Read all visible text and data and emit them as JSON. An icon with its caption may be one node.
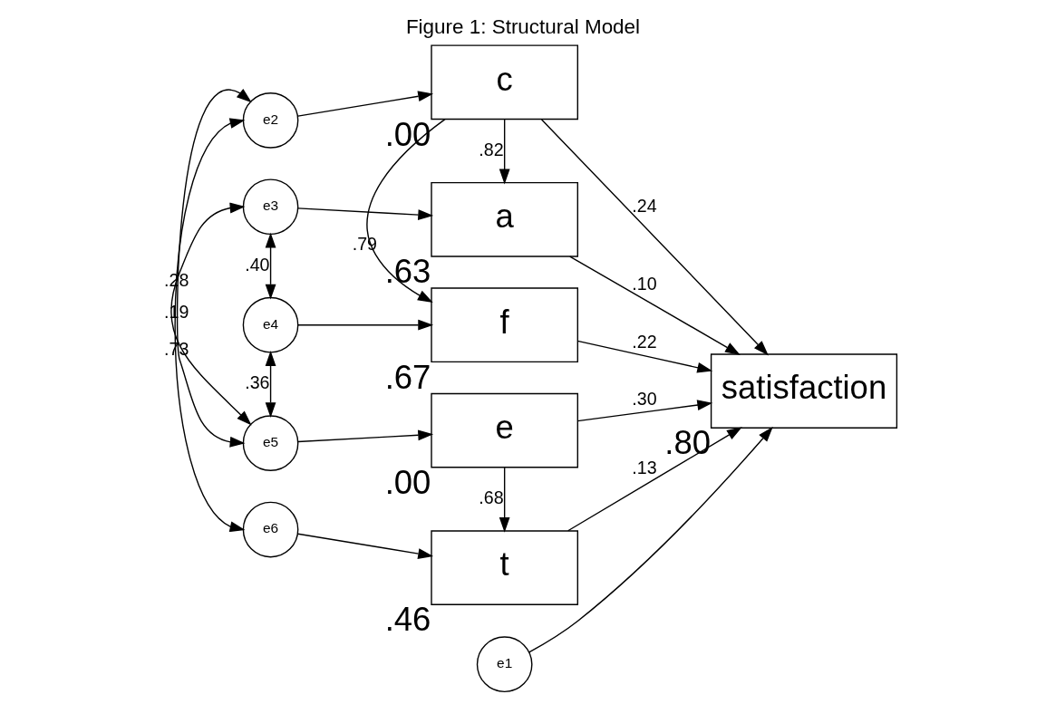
{
  "diagram": {
    "title": "Figure 1: Structural Model",
    "nodes": [
      {
        "text": [
          "c"
        ],
        "beside": [
          ".00"
        ]
      },
      {
        "text": [
          "a"
        ],
        "beside": [
          ".63"
        ]
      },
      {
        "text": [
          "f"
        ],
        "beside": [
          ".67"
        ]
      },
      {
        "text": [
          "e"
        ],
        "beside": [
          ".00"
        ]
      },
      {
        "text": [
          "t"
        ],
        "beside": [
          ".46"
        ]
      },
      {
        "text": [
          "satisfaction"
        ],
        "beside": [
          ".80"
        ]
      },
      {
        "text": [
          "e1"
        ]
      },
      {
        "text": [
          "e2"
        ]
      },
      {
        "text": [
          "e3"
        ]
      },
      {
        "text": [
          "e4"
        ]
      },
      {
        "text": [
          "e5"
        ]
      },
      {
        "text": [
          "e6"
        ]
      }
    ],
    "edges": [
      {
        "from": 7,
        "to": 0,
        "arrow": "to"
      },
      {
        "from": 8,
        "to": 1,
        "arrow": "to"
      },
      {
        "from": 9,
        "to": 2,
        "arrow": "to"
      },
      {
        "from": 10,
        "to": 3,
        "arrow": "to"
      },
      {
        "from": 11,
        "to": 4,
        "arrow": "to"
      },
      {
        "from": 6,
        "to": 5,
        "arrow": "to"
      },
      {
        "from": 0,
        "to": 1,
        "arrow": "to",
        "label": ".82"
      },
      {
        "from": 0,
        "to": 2,
        "arrow": "to",
        "label": ".79"
      },
      {
        "from": 3,
        "to": 4,
        "arrow": "to",
        "label": ".68"
      },
      {
        "from": 0,
        "to": 5,
        "arrow": "to",
        "label": ".24"
      },
      {
        "from": 1,
        "to": 5,
        "arrow": "to",
        "label": ".10"
      },
      {
        "from": 2,
        "to": 5,
        "arrow": "to",
        "label": ".22"
      },
      {
        "from": 3,
        "to": 5,
        "arrow": "to",
        "label": ".30"
      },
      {
        "from": 4,
        "to": 5,
        "arrow": "to",
        "label": ".13"
      },
      {
        "from": 7,
        "to": 10,
        "arrow": "both",
        "label": ".73"
      },
      {
        "from": 7,
        "to": 11,
        "arrow": "both",
        "label": ".19"
      },
      {
        "from": 8,
        "to": 9,
        "arrow": "both",
        "label": ".40"
      },
      {
        "from": 8,
        "to": 10,
        "arrow": "both",
        "label": ".28"
      },
      {
        "from": 9,
        "to": 10,
        "arrow": "both",
        "label": ".36"
      }
    ]
  }
}
